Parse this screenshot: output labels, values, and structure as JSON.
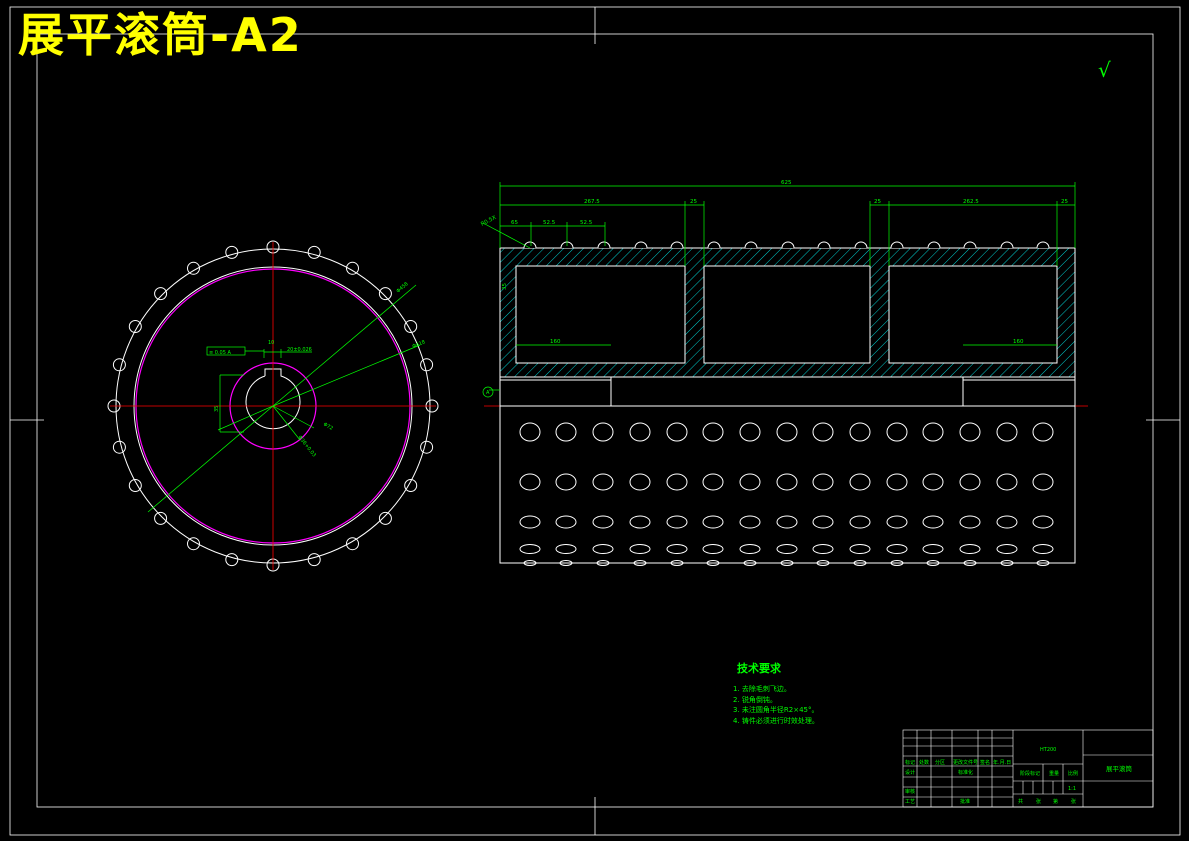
{
  "drawing": {
    "title": "展平滚筒-A2",
    "check_mark": "√"
  },
  "dimensions": {
    "total_length": "625",
    "left_span": "267.5",
    "right_span": "262.5",
    "wall_left": "25",
    "wall_mid": "25",
    "wall_right": "25",
    "pitch_1": "65",
    "pitch_2": "52.5",
    "pitch_3": "52.5",
    "bore_left": "160",
    "bore_right": "160",
    "edge_note": "R0.5X",
    "side_dim": "35",
    "datum": "A"
  },
  "end_view_dims": {
    "outer_dia": "Φ458",
    "inner_dia": "Φ418",
    "hub_dia": "Φ72",
    "bore_dia": "Φ36+0.03",
    "key_width": "10",
    "key_depth": "35",
    "key_tol": "20±0.026",
    "tolerance_frame": "≡ 0.05 A"
  },
  "technical_requirements": {
    "title": "技术要求",
    "items": [
      "1. 去除毛刺飞边。",
      "2. 锐角倒钝。",
      "3. 未注圆角半径R2×45°。",
      "4. 铸件必须进行时效处理。"
    ]
  },
  "title_block": {
    "part_name": "展平滚筒",
    "material": "HT200",
    "row_labels": [
      "标记",
      "处数",
      "分区",
      "更改文件号",
      "签名",
      "年.月.日"
    ],
    "design": "设计",
    "standardize": "标准化",
    "review": "审核",
    "process": "工艺",
    "approve": "批准",
    "stage_mark": "阶段标记",
    "weight": "重量",
    "scale": "比例",
    "scale_value": "1:1",
    "sheets_total": "共",
    "sheet_unit": "张",
    "sheet_no": "第"
  },
  "colors": {
    "outline": "#ffffff",
    "dimension": "#00ff00",
    "centerline": "#ff0000",
    "pitch_circle": "#ff00ff",
    "hatch": "#00cccc",
    "title": "#ffff00"
  }
}
